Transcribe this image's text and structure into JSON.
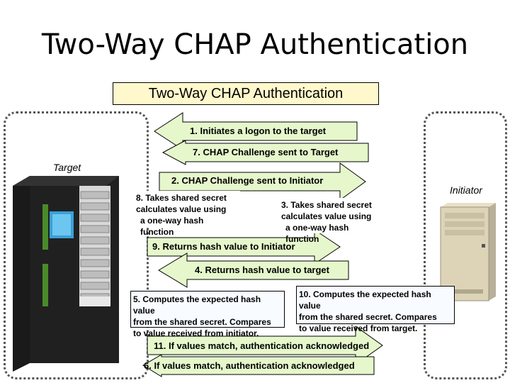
{
  "title": "Two-Way CHAP Authentication",
  "subtitle": "Two-Way CHAP Authentication",
  "labels": {
    "target": "Target",
    "initiator": "Initiator"
  },
  "arrows": [
    "1. Initiates a logon to the target",
    "7. CHAP Challenge sent to Target",
    "2. CHAP Challenge sent to Initiator",
    "9. Returns hash value to Initiator",
    "4. Returns hash value to target",
    "11. If values match, authentication acknowledged",
    "6. If values match, authentication acknowledged"
  ],
  "boxes": [
    [
      "8. Takes shared secret",
      "calculates value using",
      "a one-way hash function"
    ],
    [
      "3. Takes shared secret",
      "calculates value using",
      "a one-way hash function"
    ],
    [
      "5. Computes the expected hash value",
      "from the shared secret. Compares",
      "to value received from initiator."
    ],
    [
      "10. Computes the expected hash value",
      "from the shared secret. Compares",
      "to value received from target."
    ]
  ],
  "colors": {
    "arrow_fill": "#e6f7cc",
    "title_box": "#fff8cc",
    "frame": "#555555"
  }
}
